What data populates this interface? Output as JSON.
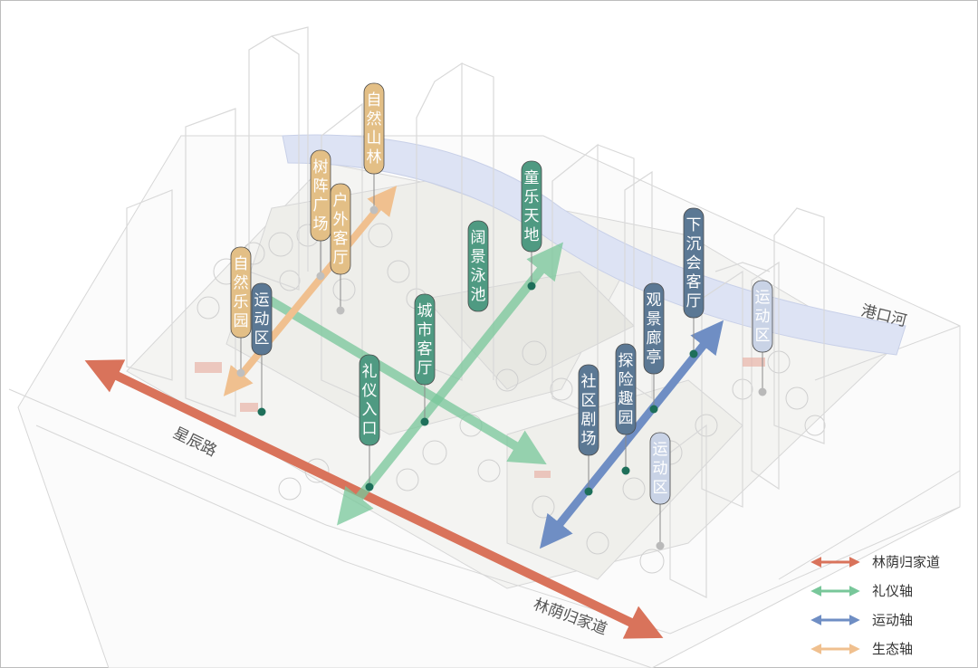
{
  "colors": {
    "forest_route": "#d9735b",
    "ceremony": "#78c79a",
    "sport": "#6f8ec4",
    "ecology": "#f0c08f",
    "tag_green": "#4f9a82",
    "tag_gold": "#e3bf86",
    "tag_blue": "#5b7894",
    "tag_lightblue": "#c9d3e6",
    "river": "#dde3f4"
  },
  "roads": {
    "xingchen": "星辰路",
    "gangkou_river": "港口河",
    "linyin_road": "林荫归家道"
  },
  "tags": [
    {
      "id": "nature-forest",
      "text": "自然山林",
      "color": "gold"
    },
    {
      "id": "tree-plaza",
      "text": "树阵广场",
      "color": "gold"
    },
    {
      "id": "outdoor",
      "text": "户外客厅",
      "color": "gold"
    },
    {
      "id": "nature-park",
      "text": "自然乐园",
      "color": "gold"
    },
    {
      "id": "sport-zone-1",
      "text": "运动区",
      "color": "blue"
    },
    {
      "id": "view-pool",
      "text": "阔景泳池",
      "color": "green"
    },
    {
      "id": "kids-world",
      "text": "童乐天地",
      "color": "green"
    },
    {
      "id": "city-lounge",
      "text": "城市客厅",
      "color": "green"
    },
    {
      "id": "entrance",
      "text": "礼仪入口",
      "color": "green"
    },
    {
      "id": "community-theater",
      "text": "社区剧场",
      "color": "blue"
    },
    {
      "id": "adventure-park",
      "text": "探险趣园",
      "color": "blue"
    },
    {
      "id": "view-pavilion",
      "text": "观景廊亭",
      "color": "blue"
    },
    {
      "id": "sunken-lounge",
      "text": "下沉会客厅",
      "color": "blue"
    },
    {
      "id": "sport-zone-2",
      "text": "运动区",
      "color": "lightblue"
    },
    {
      "id": "sport-zone-3",
      "text": "运动区",
      "color": "lightblue"
    }
  ],
  "legend": [
    {
      "label": "林荫归家道",
      "color": "#d9735b"
    },
    {
      "label": "礼仪轴",
      "color": "#78c79a"
    },
    {
      "label": "运动轴",
      "color": "#6f8ec4"
    },
    {
      "label": "生态轴",
      "color": "#f0c08f"
    }
  ]
}
